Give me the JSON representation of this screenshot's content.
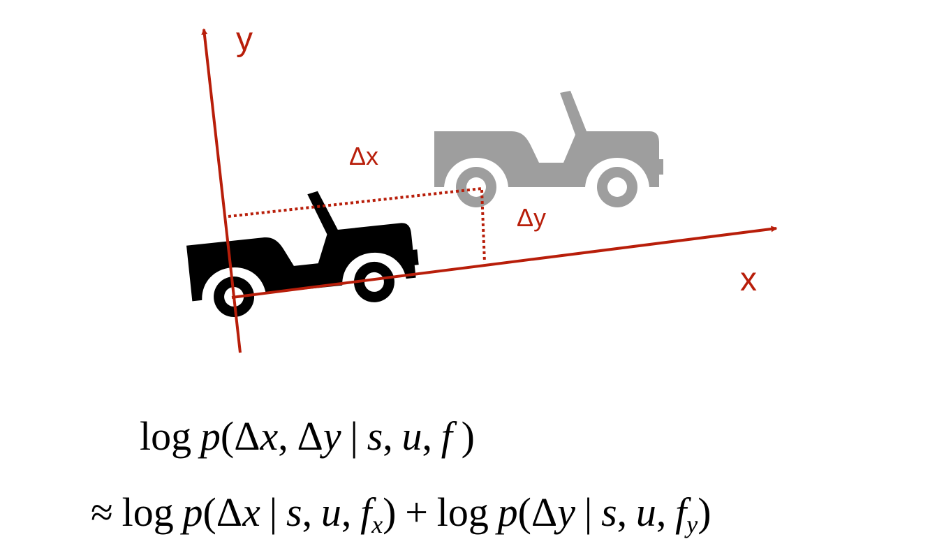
{
  "colors": {
    "axis": "#B81E0A",
    "car_front": "#000000",
    "car_back": "#9E9E9E",
    "background": "#FFFFFF"
  },
  "labels": {
    "y_axis": "y",
    "x_axis": "x",
    "delta_x": "Δx",
    "delta_y": "Δy"
  },
  "formula": {
    "line1": {
      "log": "log",
      "p": "p",
      "open": "(",
      "dx": "Δ",
      "x": "x",
      "comma1": ",",
      "dy": "Δ",
      "y": "y",
      "bar": "|",
      "s": "s",
      "comma2": ",",
      "u": "u",
      "comma3": ",",
      "f": "f",
      "close": ")"
    },
    "line2": {
      "approx": "≈",
      "log1": "log",
      "p1": "p",
      "open1": "(",
      "dx": "Δ",
      "x": "x",
      "bar1": "|",
      "s1": "s",
      "comma1": ",",
      "u1": "u",
      "comma2": ",",
      "f1": "f",
      "sub1": "x",
      "close1": ")",
      "plus": "+",
      "log2": "log",
      "p2": "p",
      "open2": "(",
      "dy": "Δ",
      "y": "y",
      "bar2": "|",
      "s2": "s",
      "comma3": ",",
      "u2": "u",
      "comma4": ",",
      "f2": "f",
      "sub2": "y",
      "close2": ")"
    }
  }
}
